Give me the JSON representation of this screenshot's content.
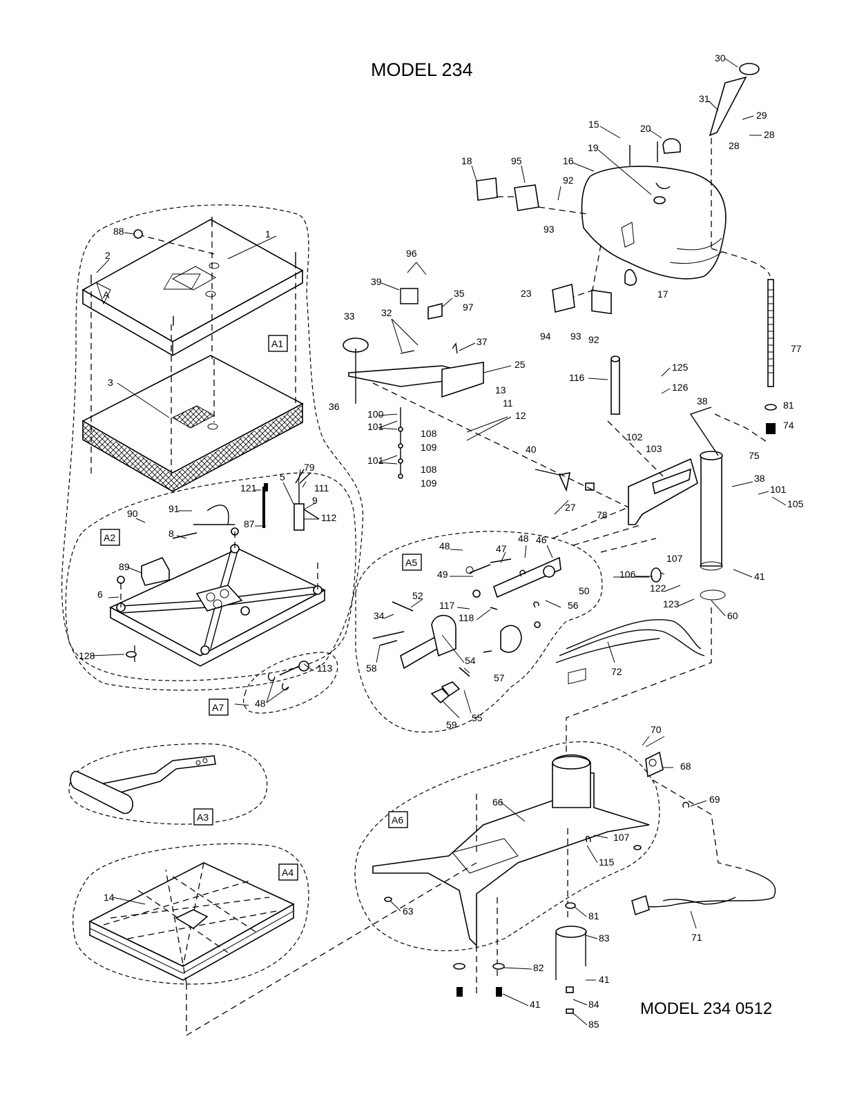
{
  "title_top": "MODEL 234",
  "title_bottom": "MODEL 234  0512",
  "assemblies": [
    {
      "id": "A1",
      "label": "A1"
    },
    {
      "id": "A2",
      "label": "A2"
    },
    {
      "id": "A3",
      "label": "A3"
    },
    {
      "id": "A4",
      "label": "A4"
    },
    {
      "id": "A5",
      "label": "A5"
    },
    {
      "id": "A6",
      "label": "A6"
    },
    {
      "id": "A7",
      "label": "A7"
    }
  ],
  "callouts": [
    "30",
    "31",
    "29",
    "28",
    "28",
    "15",
    "20",
    "19",
    "16",
    "18",
    "95",
    "92",
    "93",
    "1",
    "88",
    "2",
    "A",
    "3",
    "96",
    "39",
    "35",
    "97",
    "23",
    "17",
    "94",
    "93",
    "92",
    "33",
    "32",
    "37",
    "25",
    "36",
    "13",
    "11",
    "12",
    "100",
    "101",
    "108",
    "109",
    "101",
    "108",
    "109",
    "116",
    "125",
    "126",
    "38",
    "102",
    "103",
    "75",
    "77",
    "81",
    "74",
    "40",
    "27",
    "78",
    "38",
    "101",
    "105",
    "79",
    "5",
    "111",
    "9",
    "121",
    "112",
    "91",
    "87",
    "90",
    "8",
    "89",
    "6",
    "128",
    "48",
    "47",
    "48",
    "46",
    "49",
    "50",
    "117",
    "56",
    "118",
    "52",
    "34",
    "58",
    "54",
    "57",
    "59",
    "55",
    "106",
    "107",
    "122",
    "123",
    "41",
    "60",
    "72",
    "113",
    "48",
    "70",
    "68",
    "69",
    "66",
    "107",
    "115",
    "63",
    "14",
    "81",
    "83",
    "82",
    "41",
    "41",
    "84",
    "85",
    "71"
  ]
}
